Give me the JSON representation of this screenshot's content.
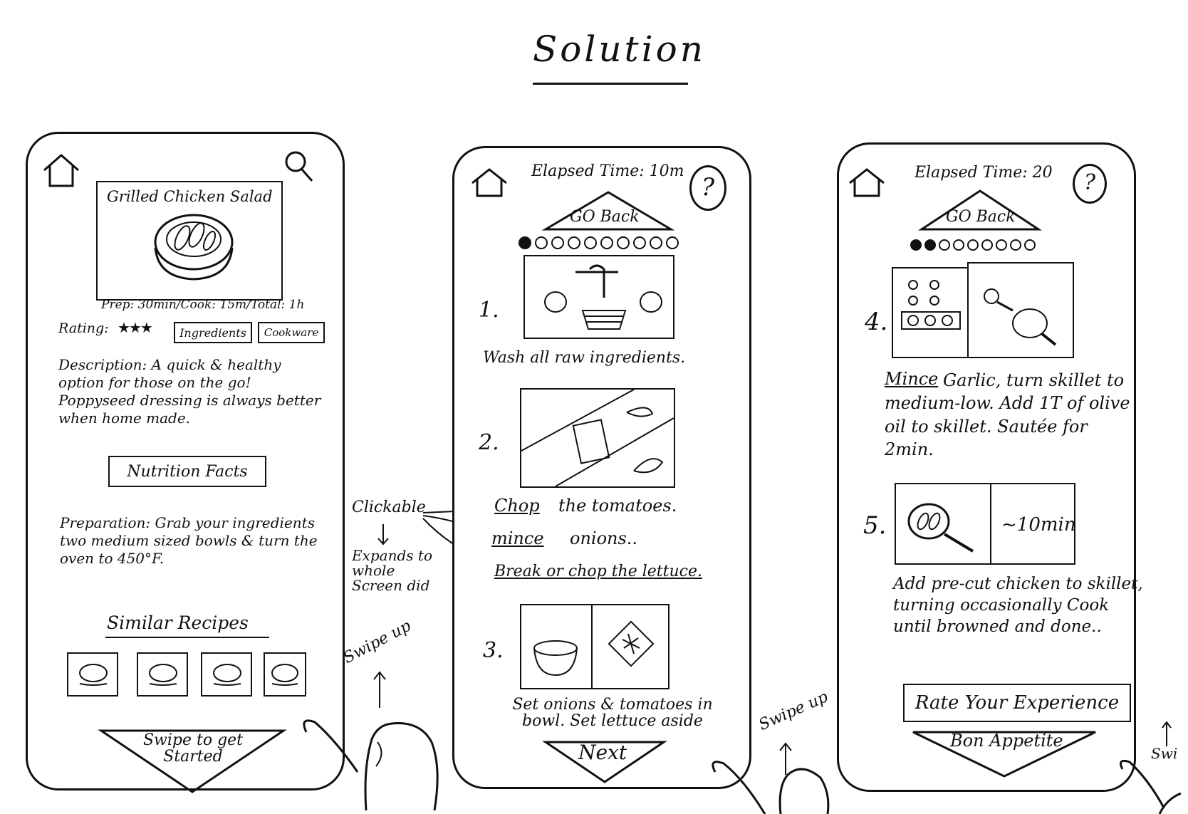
{
  "title": "Solution",
  "screen1": {
    "recipe_title": "Grilled Chicken Salad",
    "times": "Prep: 30min/Cook: 15m/Total: 1h",
    "rating_label": "Rating:",
    "ingredients_button": "Ingredients",
    "cookware_button": "Cookware",
    "description": "Description: A quick & healthy option for those on the go! Poppyseed dressing is always better when home made.",
    "nutrition_button": "Nutrition Facts",
    "preparation": "Preparation: Grab your ingredients two medium sized bowls & turn the oven to 450°F.",
    "similar_heading": "Similar Recipes",
    "start_button": "Swipe to get Started"
  },
  "annotations": {
    "clickable": "Clickable",
    "expands": "Expands to whole Screen did",
    "swipe_up_1": "Swipe up",
    "swipe_up_2": "Swipe up",
    "swipe_up_3": "Swi"
  },
  "screen2": {
    "elapsed": "Elapsed Time: 10m",
    "help": "?",
    "go_back": "GO Back",
    "step1_num": "1.",
    "step1_text": "Wash all raw ingredients.",
    "step2_num": "2.",
    "step2_line1_link": "Chop",
    "step2_line1_rest": "the tomatoes.",
    "step2_line2_link": "mince",
    "step2_line2_rest": "onions..",
    "step2_line3": "Break or chop the lettuce.",
    "step3_num": "3.",
    "step3_text": "Set onions & tomatoes in bowl. Set lettuce aside",
    "next_button": "Next"
  },
  "screen3": {
    "elapsed": "Elapsed Time: 20",
    "help": "?",
    "go_back": "GO Back",
    "step4_num": "4.",
    "step4_link": "Mince",
    "step4_text": "Garlic, turn skillet to medium-low. Add 1T of olive oil to skillet. Sautée for 2min.",
    "step5_num": "5.",
    "step5_timer": "~10min",
    "step5_text": "Add pre-cut chicken to skillet, turning occasionally Cook until browned and done..",
    "rate_button": "Rate Your Experience",
    "bon_button": "Bon Appetite"
  },
  "progress": {
    "screen2_done": 1,
    "screen2_total": 10,
    "screen3_done": 2,
    "screen3_total": 9
  }
}
